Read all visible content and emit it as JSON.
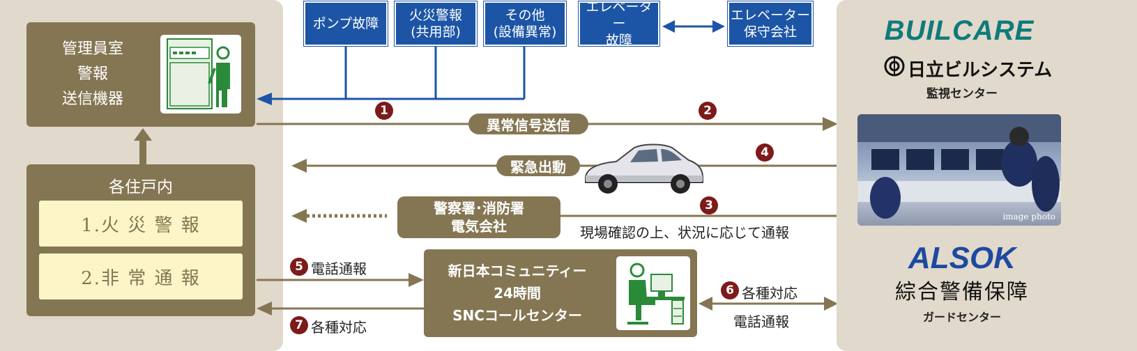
{
  "management_box": {
    "label": "管理員室\n警報\n送信機器"
  },
  "units_box": {
    "title": "各住戸内",
    "items": [
      {
        "label": "1.火 災 警 報"
      },
      {
        "label": "2.非 常 通 報"
      }
    ]
  },
  "alerts": [
    {
      "label": "ポンプ故障"
    },
    {
      "label": "火災警報\n(共用部)"
    },
    {
      "label": "その他\n(設備異常)"
    },
    {
      "label": "エレベーター\n故障"
    },
    {
      "label": "エレベーター\n保守会社"
    }
  ],
  "hitachi": {
    "logo_text": "BUILCARE",
    "company": "日立ビルシステム",
    "center": "監視センター",
    "photo_caption": "image photo"
  },
  "alsok": {
    "logo_text": "ALSOK",
    "company": "綜合警備保障",
    "center": "ガードセンター"
  },
  "flows": {
    "signal": "異常信号送信",
    "dispatch": "緊急出動",
    "police": "警察署･消防署\n電気会社",
    "report_note": "現場確認の上、状況に応じて通報",
    "phone_call": "電話通報",
    "responses_left": "各種対応",
    "responses_right": "各種対応",
    "phone_call_right": "電話通報"
  },
  "snc": {
    "label": "新日本コミュニティー\n24時間\nSNCコールセンター"
  },
  "numbers": [
    "1",
    "2",
    "3",
    "4",
    "5",
    "6",
    "7"
  ],
  "colors": {
    "olive": "#857653",
    "blue": "#1d55a6",
    "panel": "#e1d9cb",
    "cream": "#fbf5c8",
    "marker": "#7d1a1a"
  }
}
